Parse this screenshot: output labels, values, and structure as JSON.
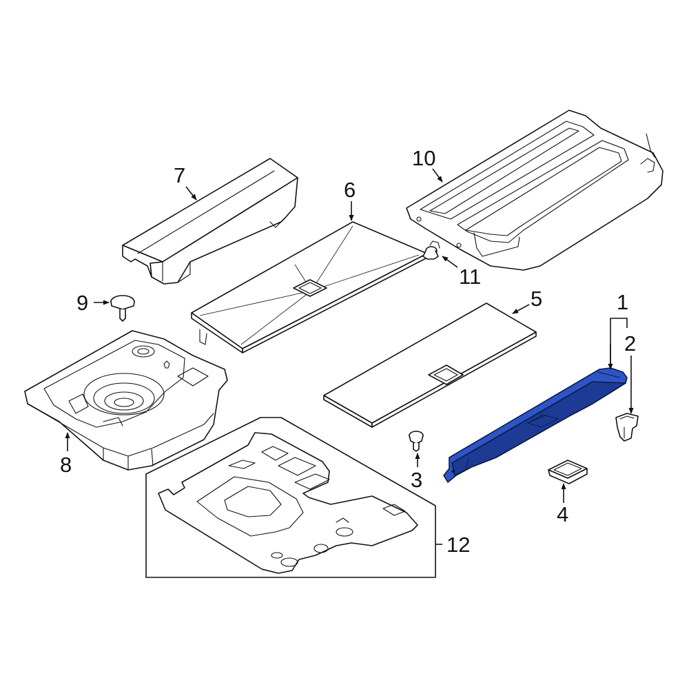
{
  "colors": {
    "highlight": "#2f55c4",
    "highlight_dark": "#1d3b95",
    "line": "#111111",
    "background": "#ffffff"
  },
  "callouts": [
    {
      "id": "1",
      "label": "1"
    },
    {
      "id": "2",
      "label": "2"
    },
    {
      "id": "3",
      "label": "3"
    },
    {
      "id": "4",
      "label": "4"
    },
    {
      "id": "5",
      "label": "5"
    },
    {
      "id": "6",
      "label": "6"
    },
    {
      "id": "7",
      "label": "7"
    },
    {
      "id": "8",
      "label": "8"
    },
    {
      "id": "9",
      "label": "9"
    },
    {
      "id": "10",
      "label": "10"
    },
    {
      "id": "11",
      "label": "11"
    },
    {
      "id": "12",
      "label": "12"
    }
  ],
  "highlighted_part": "1"
}
